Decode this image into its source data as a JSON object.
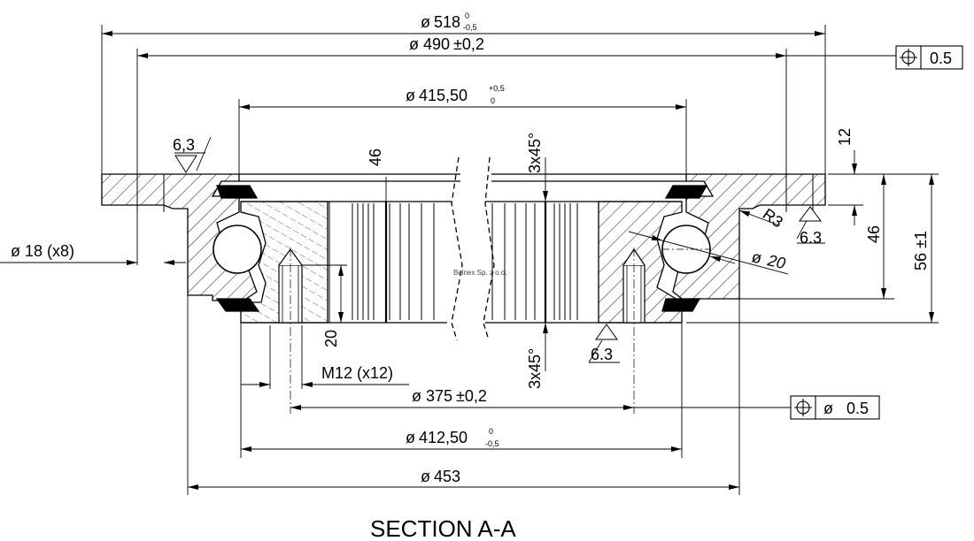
{
  "section_title": "SECTION A-A",
  "watermark": "Belnex Sp. z o.o.",
  "dimensions": {
    "d518": {
      "value": "518",
      "tol_upper": "0",
      "tol_lower": "-0,5"
    },
    "d490": {
      "value": "490",
      "tol": "±0,2"
    },
    "d415": {
      "value": "415,50",
      "tol_upper": "+0,5",
      "tol_lower": "0"
    },
    "d375": {
      "value": "375",
      "tol": "±0,2"
    },
    "d412": {
      "value": "412,50",
      "tol_upper": "0",
      "tol_lower": "-0,5"
    },
    "d453": {
      "value": "453"
    },
    "holes": "18 (x8)",
    "thread": "M12 (x12)",
    "height_total": "56 ±1",
    "height_46_right": "46",
    "height_46_center": "46",
    "flange_12": "12",
    "thread_depth": "20",
    "chamfer_top": "3x45°",
    "chamfer_bottom": "3x45°",
    "radius": "R3",
    "ball_dia": "20"
  },
  "roughness": {
    "left": "6,3",
    "right": "6.3",
    "bottom": "6.3"
  },
  "tolerance_frames": {
    "top": {
      "value": "0.5"
    },
    "bottom": {
      "diameter": "ø",
      "value": "0.5"
    }
  },
  "symbols": {
    "diameter": "ø"
  }
}
